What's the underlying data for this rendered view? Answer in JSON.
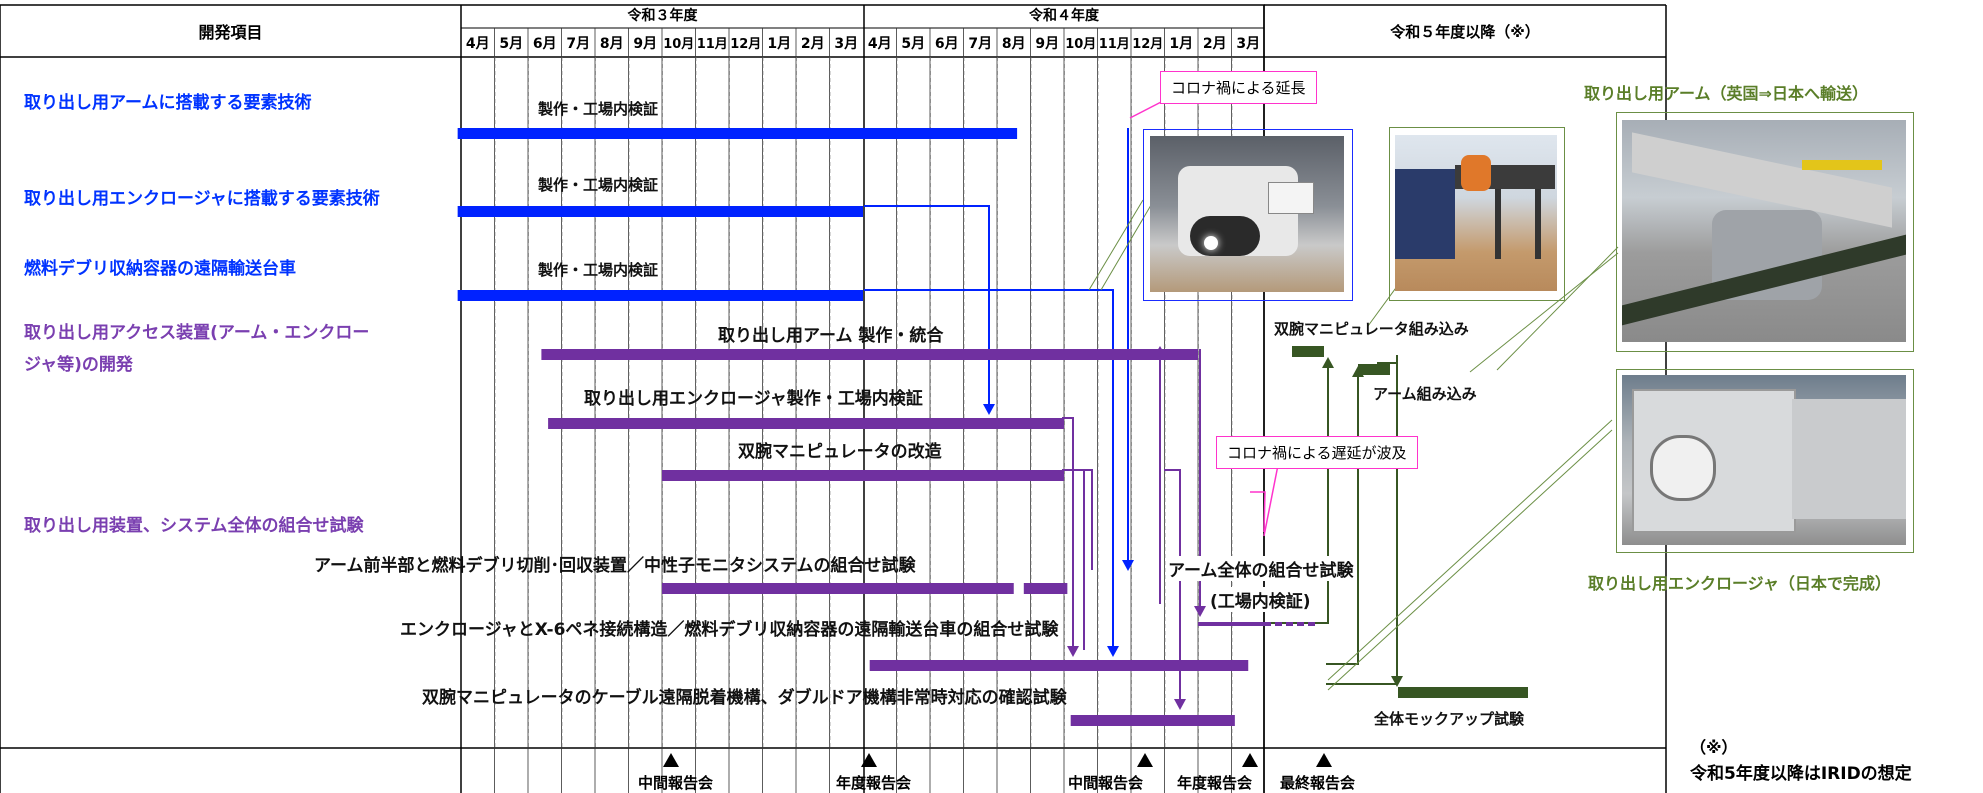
{
  "header": {
    "item_col": "開発項目",
    "fy1": "令和３年度",
    "fy2": "令和４年度",
    "fy3": "令和５年度以降（※）",
    "months": [
      "4月",
      "5月",
      "6月",
      "7月",
      "8月",
      "9月",
      "10月",
      "11月",
      "12月",
      "1月",
      "2月",
      "3月",
      "4月",
      "5月",
      "6月",
      "7月",
      "8月",
      "9月",
      "10月",
      "11月",
      "12月",
      "1月",
      "2月",
      "3月"
    ]
  },
  "categories": {
    "c1": "取り出し用アームに搭載する要素技術",
    "c2": "取り出し用エンクロージャに搭載する要素技術",
    "c3": "燃料デブリ収納容器の遠隔輸送台車",
    "c4a": "取り出し用アクセス装置(アーム・エンクロー",
    "c4b": "ジャ等)の開発",
    "c5": "取り出し用装置、システム全体の組合せ試験"
  },
  "bars": {
    "b1": "製作・工場内検証",
    "b2": "製作・工場内検証",
    "b3": "製作・工場内検証",
    "b4": "取り出し用アーム 製作・統合",
    "b5": "取り出し用エンクロージャ製作・工場内検証",
    "b6": "双腕マニピュレータの改造",
    "b7": "アーム前半部と燃料デブリ切削･回収装置／中性子モニタシステムの組合せ試験",
    "b8": "エンクロージャとX-6ペネ接続構造／燃料デブリ収納容器の遠隔輸送台車の組合せ試験",
    "b9": "双腕マニピュレータのケーブル遠隔脱着機構、ダブルドア機構非常時対応の確認試験",
    "arm_all_1": "アーム全体の組合せ試験",
    "arm_all_2": "(工場内検証)",
    "dual_install": "双腕マニピュレータ組み込み",
    "arm_install": "アーム組み込み",
    "mockup": "全体モックアップ試験"
  },
  "callouts": {
    "corona_ext": "コロナ禍による延長",
    "corona_delay": "コロナ禍による遅延が波及"
  },
  "photos": {
    "arm_caption": "取り出し用アーム（英国⇒日本へ輸送）",
    "enc_caption": "取り出し用エンクロージャ（日本で完成）"
  },
  "milestones": [
    "中間報告会",
    "年度報告会",
    "中間報告会",
    "年度報告会",
    "最終報告会"
  ],
  "note": {
    "mark": "（※）",
    "text": "令和5年度以降はIRIDの想定"
  },
  "colors": {
    "blue": "#0022ff",
    "purple": "#7030a0",
    "green": "#375623",
    "callout_border": "#ff33cc"
  }
}
